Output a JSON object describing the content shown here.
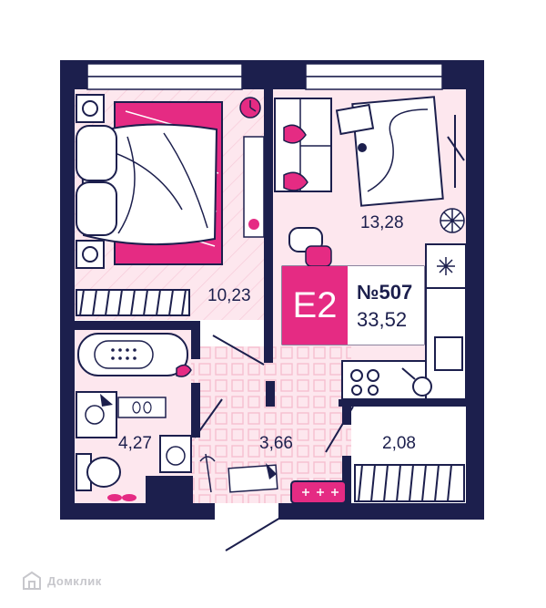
{
  "apartment": {
    "code": "E2",
    "number": "№507",
    "total_area": "33,52"
  },
  "rooms": {
    "bedroom": "10,23",
    "living_kitchen": "13,28",
    "bathroom": "4,27",
    "hallway": "3,66",
    "storage": "2,08"
  },
  "watermark": {
    "text": "Домклик"
  },
  "colors": {
    "wall": "#1c1f4d",
    "accent": "#e52b83",
    "floor": "#fde7ee"
  }
}
